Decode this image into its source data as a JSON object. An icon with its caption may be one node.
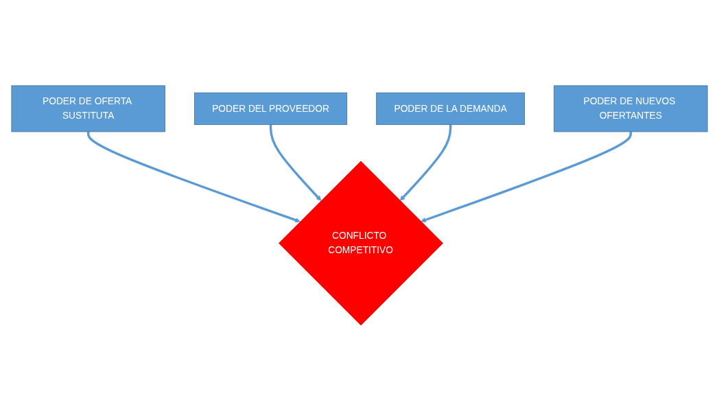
{
  "diagram": {
    "nodes": [
      {
        "text": [
          "PODER DE OFERTA SUSTITUTA"
        ]
      },
      {
        "text": [
          "PODER DEL PROVEEDOR"
        ]
      },
      {
        "text": [
          "CONFLICTO COMPETITIVO"
        ]
      },
      {
        "text": [
          "PODER DE LA DEMANDA"
        ]
      },
      {
        "text": [
          "PODER DE NUEVOS OFERTANTES"
        ]
      }
    ],
    "edges": [
      {
        "from": 0,
        "to": 2,
        "arrow": "to"
      },
      {
        "from": 1,
        "to": 2,
        "arrow": "to"
      },
      {
        "from": 3,
        "to": 2,
        "arrow": "to"
      },
      {
        "from": 4,
        "to": 2,
        "arrow": "to"
      }
    ]
  }
}
